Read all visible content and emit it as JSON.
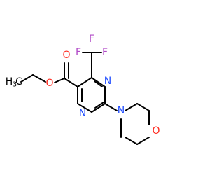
{
  "labels": {
    "methyl": "H",
    "methyl_sub": "3",
    "methyl_c": "C",
    "ester_o_single": "O",
    "ester_o_double": "O",
    "f_left": "F",
    "f_top": "F",
    "f_right": "F",
    "n_upper": "N",
    "n_lower": "N",
    "n_morpholine": "N",
    "o_morpholine": "O"
  },
  "colors": {
    "bond": "#000000",
    "nitrogen": "#1f4cff",
    "oxygen": "#ff2a1f",
    "fluorine": "#b14ac7",
    "carbon": "#000000"
  }
}
